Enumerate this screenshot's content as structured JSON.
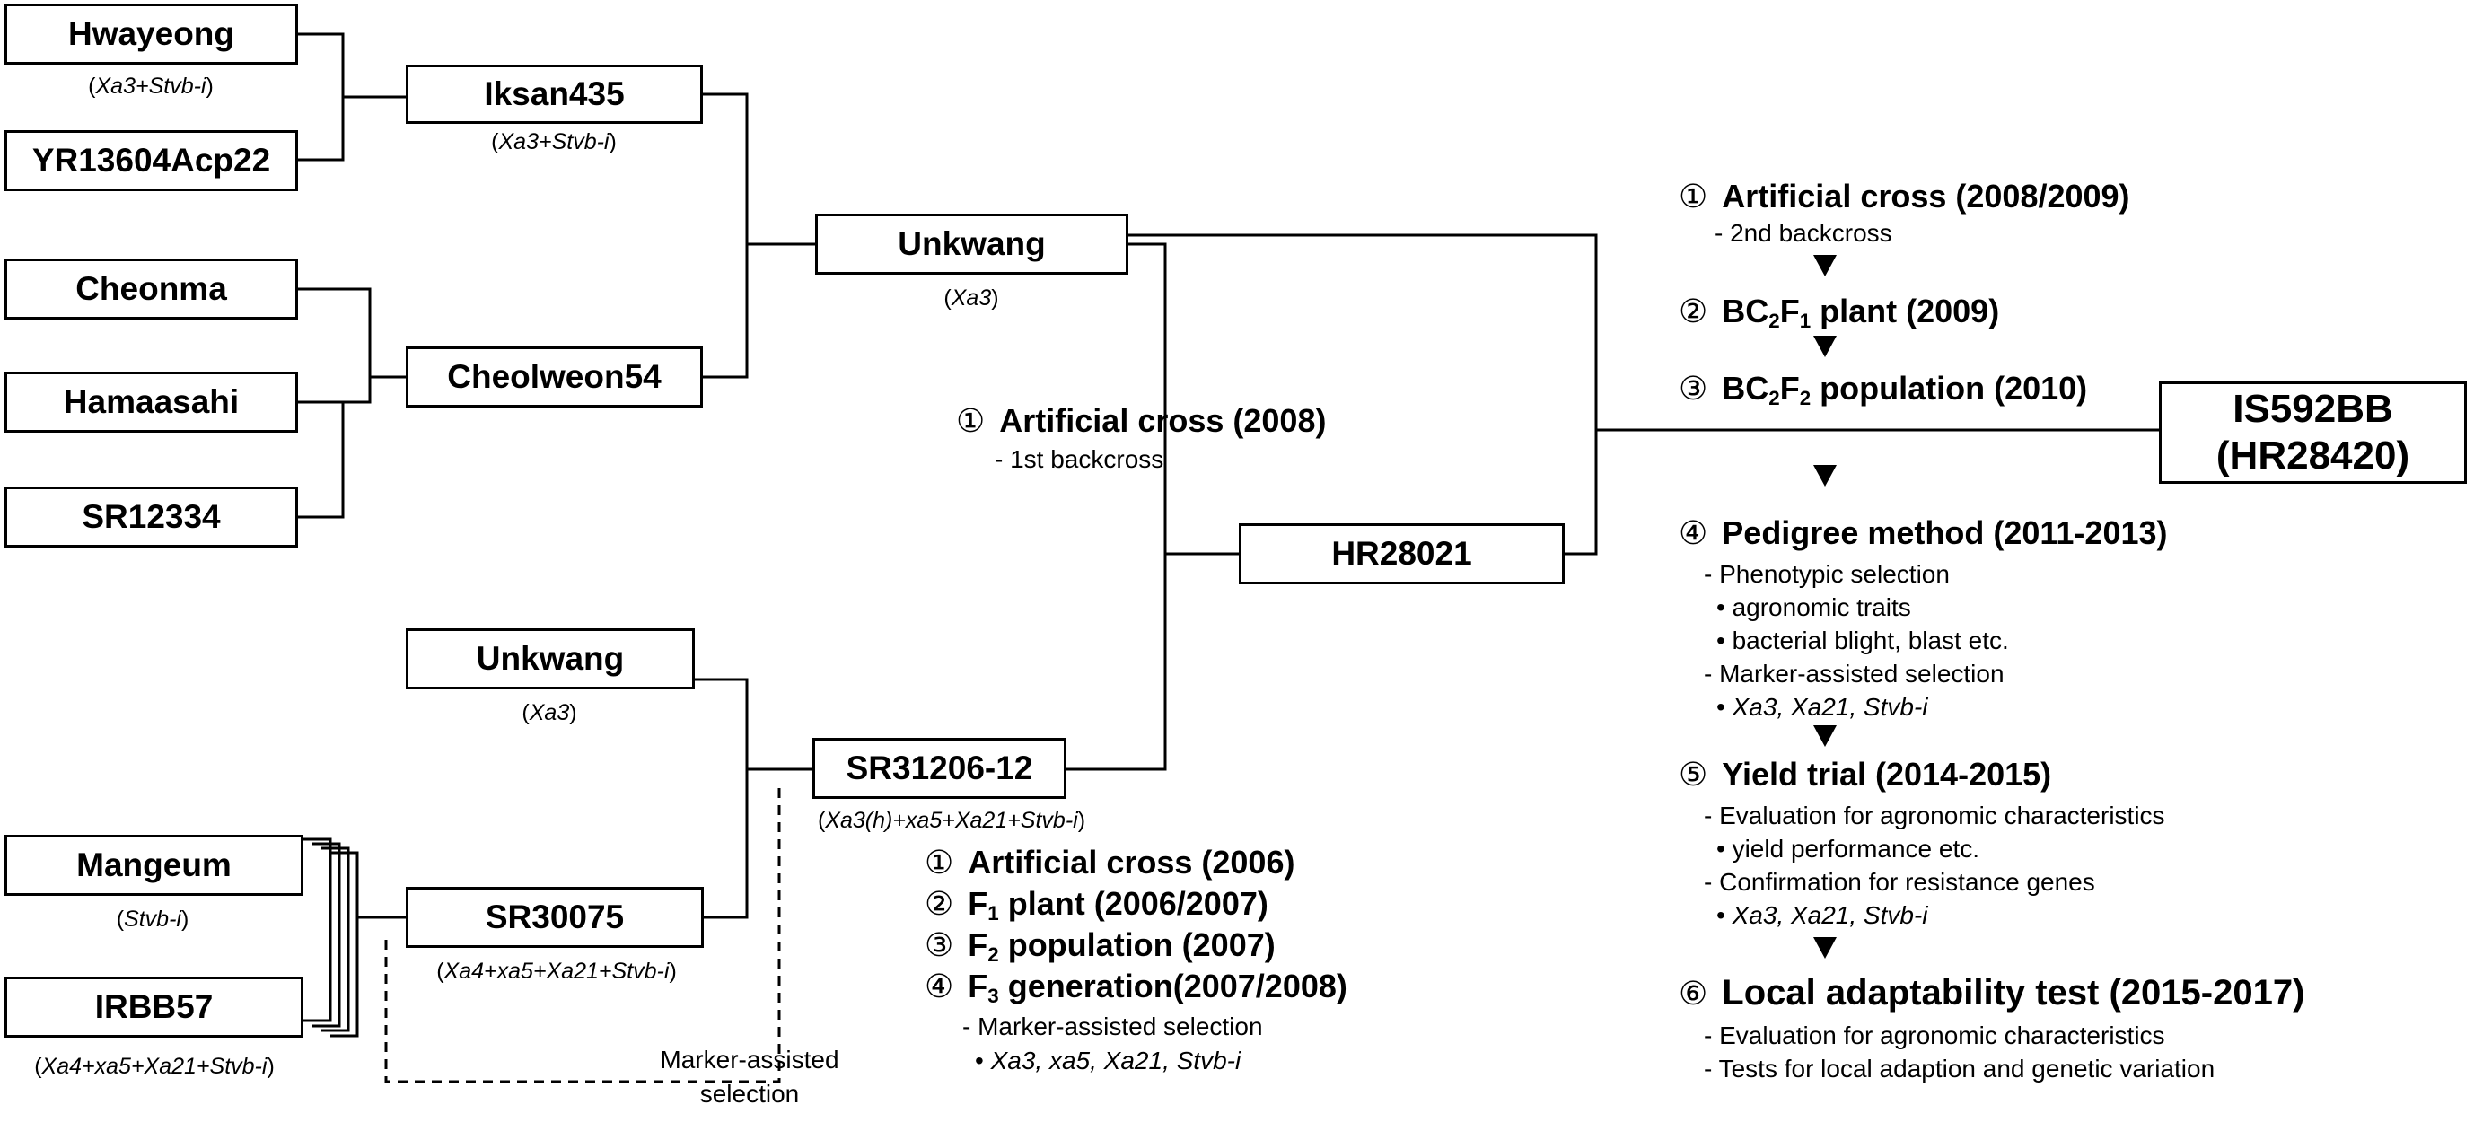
{
  "nodes": {
    "hwayeong": "Hwayeong",
    "yr13604": "YR13604Acp22",
    "iksan435": "Iksan435",
    "cheonma": "Cheonma",
    "hamaasahi": "Hamaasahi",
    "sr12334": "SR12334",
    "cheolweon54": "Cheolweon54",
    "unkwang_top": "Unkwang",
    "hr28021": "HR28021",
    "unkwang_bottom": "Unkwang",
    "sr31206": "SR31206-12",
    "mangeum": "Mangeum",
    "irbb57": "IRBB57",
    "sr30075": "SR30075",
    "final_line1": "IS592BB",
    "final_line2": "(HR28420)"
  },
  "genes": {
    "hwayeong": "Xa3+Stvb-i",
    "iksan435": "Xa3+Stvb-i",
    "unkwang_top": "Xa3",
    "unkwang_bottom": "Xa3",
    "sr31206": "Xa3(h)+xa5+Xa21+Stvb-i",
    "mangeum": "Stvb-i",
    "sr30075": "Xa4+xa5+Xa21+Stvb-i",
    "irbb57": "Xa4+xa5+Xa21+Stvb-i"
  },
  "marker_label": {
    "line1": "Marker-assisted",
    "line2": "selection"
  },
  "steps_first_cross": {
    "s1_num": "①",
    "s1": "Artificial cross (2006)",
    "s2_num": "②",
    "s2_a": "F",
    "s2_sub": "1",
    "s2_b": " plant (2006/2007)",
    "s3_num": "③",
    "s3_a": "F",
    "s3_sub": "2",
    "s3_b": " population (2007)",
    "s4_num": "④",
    "s4_a": "F",
    "s4_sub": "3",
    "s4_b": " generation(2007/2008)",
    "d1": "- Marker-assisted selection",
    "d2_bullet": "•",
    "d2": "Xa3, xa5, Xa21, Stvb-i"
  },
  "steps_backcross1": {
    "num": "①",
    "title": "Artificial cross (2008)",
    "detail": "- 1st backcross"
  },
  "steps_backcross2": {
    "s1_num": "①",
    "s1": "Artificial cross (2008/2009)",
    "s1_detail": "- 2nd backcross",
    "s2_num": "②",
    "s2_a": "BC",
    "s2_sub1": "2",
    "s2_b": "F",
    "s2_sub2": "1",
    "s2_c": " plant (2009)",
    "s3_num": "③",
    "s3_a": "BC",
    "s3_sub1": "2",
    "s3_b": "F",
    "s3_sub2": "2",
    "s3_c": " population (2010)"
  },
  "steps_final": {
    "s4_num": "④",
    "s4": "Pedigree method (2011-2013)",
    "s4_d1": "- Phenotypic selection",
    "s4_d2": "• agronomic traits",
    "s4_d3": "• bacterial blight, blast etc.",
    "s4_d4": "- Marker-assisted selection",
    "s4_d5_bullet": "•",
    "s4_d5": "Xa3, Xa21, Stvb-i",
    "s5_num": "⑤",
    "s5": "Yield trial (2014-2015)",
    "s5_d1": "- Evaluation for agronomic characteristics",
    "s5_d2": "• yield performance etc.",
    "s5_d3": "- Confirmation for resistance genes",
    "s5_d4_bullet": "•",
    "s5_d4": "Xa3, Xa21, Stvb-i",
    "s6_num": "⑥",
    "s6": "Local adaptability test (2015-2017)",
    "s6_d1": "- Evaluation for agronomic characteristics",
    "s6_d2": "- Tests for local adaption and genetic variation"
  }
}
